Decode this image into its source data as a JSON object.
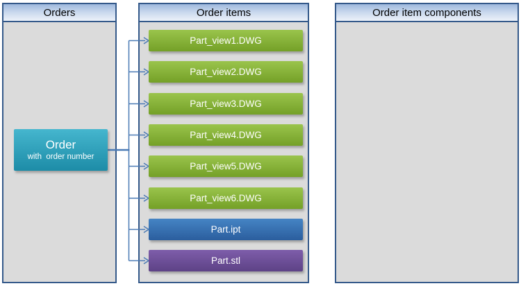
{
  "panels": {
    "orders": {
      "title": "Orders"
    },
    "order_items": {
      "title": "Order items"
    },
    "order_item_components": {
      "title": "Order item components"
    }
  },
  "order_box": {
    "title": "Order",
    "subtitle": "with  order number"
  },
  "order_items_list": [
    {
      "label": "Part_view1.DWG",
      "type": "dwg"
    },
    {
      "label": "Part_view2.DWG",
      "type": "dwg"
    },
    {
      "label": "Part_view3.DWG",
      "type": "dwg"
    },
    {
      "label": "Part_view4.DWG",
      "type": "dwg"
    },
    {
      "label": "Part_view5.DWG",
      "type": "dwg"
    },
    {
      "label": "Part_view6.DWG",
      "type": "dwg"
    },
    {
      "label": "Part.ipt",
      "type": "ipt"
    },
    {
      "label": "Part.stl",
      "type": "stl"
    }
  ],
  "colors": {
    "panel_border": "#34598A",
    "panel_body": "#DBDBDB",
    "header_gradient_top": "#9FB9DD",
    "header_gradient_bottom": "#EDF2F9",
    "connector": "#4A7AB5",
    "dwg": {
      "top": "#9AC44C",
      "bottom": "#74A027"
    },
    "ipt": {
      "top": "#4584C4",
      "bottom": "#2B5E9E"
    },
    "stl": {
      "top": "#7E5DAA",
      "bottom": "#5D4286"
    },
    "order": {
      "top": "#45B6CE",
      "bottom": "#1D8CA7"
    }
  }
}
